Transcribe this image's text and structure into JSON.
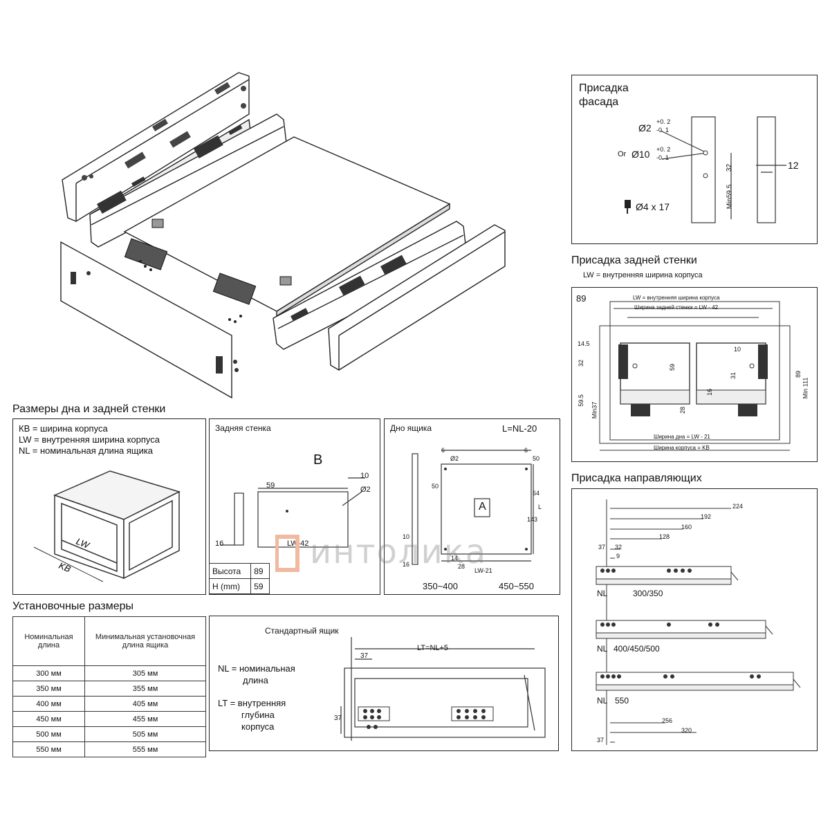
{
  "sections": {
    "bottom_back": "Размеры дна и задней стенки",
    "install": "Установочные размеры",
    "front": "Присадка фасада",
    "back_wall": "Присадка задней стенки",
    "back_wall_note": "LW = внутренняя ширина корпуса",
    "rails": "Присадка направляющих"
  },
  "legend": {
    "kb": "КВ = ширина корпуса",
    "lw": "LW = внутренняя ширина корпуса",
    "nl": "NL = номинальная длина ящика"
  },
  "box_labels": {
    "lw": "LW",
    "kb": "KB"
  },
  "back_panel": {
    "title": "Задняя стенка",
    "letter": "B",
    "d59": "59",
    "d10": "10",
    "d2": "Ø2",
    "d16": "16",
    "lw42": "LW-42",
    "rows": [
      {
        "k": "Высота",
        "v": "89"
      },
      {
        "k": "H (mm)",
        "v": "59"
      }
    ]
  },
  "bottom_panel": {
    "title": "Дно ящика",
    "formula": "L=NL-20",
    "letter": "A",
    "range1": "350~400",
    "range2": "450~550",
    "d6a": "6",
    "d6b": "6",
    "d50": "50",
    "d10": "10",
    "d16": "16",
    "d14": "14",
    "d28": "28",
    "dlw21": "LW-21",
    "d143": "143",
    "d64": "64",
    "d50b": "50",
    "dl": "L",
    "d2": "Ø2"
  },
  "install_table": {
    "headers": [
      "Номинальная длина",
      "Минимальная установочная длина ящика"
    ],
    "rows": [
      [
        "300 мм",
        "305 мм"
      ],
      [
        "350 мм",
        "355 мм"
      ],
      [
        "400 мм",
        "405 мм"
      ],
      [
        "450 мм",
        "455 мм"
      ],
      [
        "500 мм",
        "505 мм"
      ],
      [
        "550 мм",
        "555 мм"
      ]
    ]
  },
  "standard": {
    "caption": "Стандартный ящик",
    "nl_def_1": "NL = номинальная",
    "nl_def_2": "длина",
    "lt_def_1": "LT = внутренняя",
    "lt_def_2": "глубина",
    "lt_def_3": "корпуса",
    "lt": "LT=NL+5",
    "d37a": "37",
    "d37b": "37"
  },
  "front_panel": {
    "title_1": "Присадка",
    "title_2": "фасада",
    "hole2": "Ø2",
    "tol2_up": "+0. 2",
    "tol2_dn": "-0. 1",
    "or": "Or",
    "hole10": "Ø10",
    "tol10_up": "+0. 2",
    "tol10_dn": "-0. 1",
    "d32": "32",
    "min": "Min59.5",
    "d12": "12",
    "screw": "Ø4 x 17"
  },
  "back_wall_panel": {
    "height": "89",
    "lw_line": "LW = внутренняя ширина корпуса",
    "back_width": "Ширина задней стенки = LW - 42",
    "d145": "14.5",
    "d32": "32",
    "d595": "59.5",
    "min37": "Min37",
    "d59": "59",
    "d28": "28",
    "d16": "16",
    "d31": "31",
    "d10": "10",
    "d89": "89",
    "min111": "Min 111",
    "bottom_width": "Ширина дна = LW - 21",
    "body_width": "Ширина корпуса = KB"
  },
  "rails_panel": {
    "d224": "224",
    "d192": "192",
    "d160": "160",
    "d128": "128",
    "d37": "37",
    "d32": "32",
    "d9": "9",
    "nl": "NL",
    "r1": "300/350",
    "r2": "400/450/500",
    "r3": "550",
    "d256": "256",
    "d320": "320",
    "d37b": "37"
  },
  "watermark": "интолика"
}
